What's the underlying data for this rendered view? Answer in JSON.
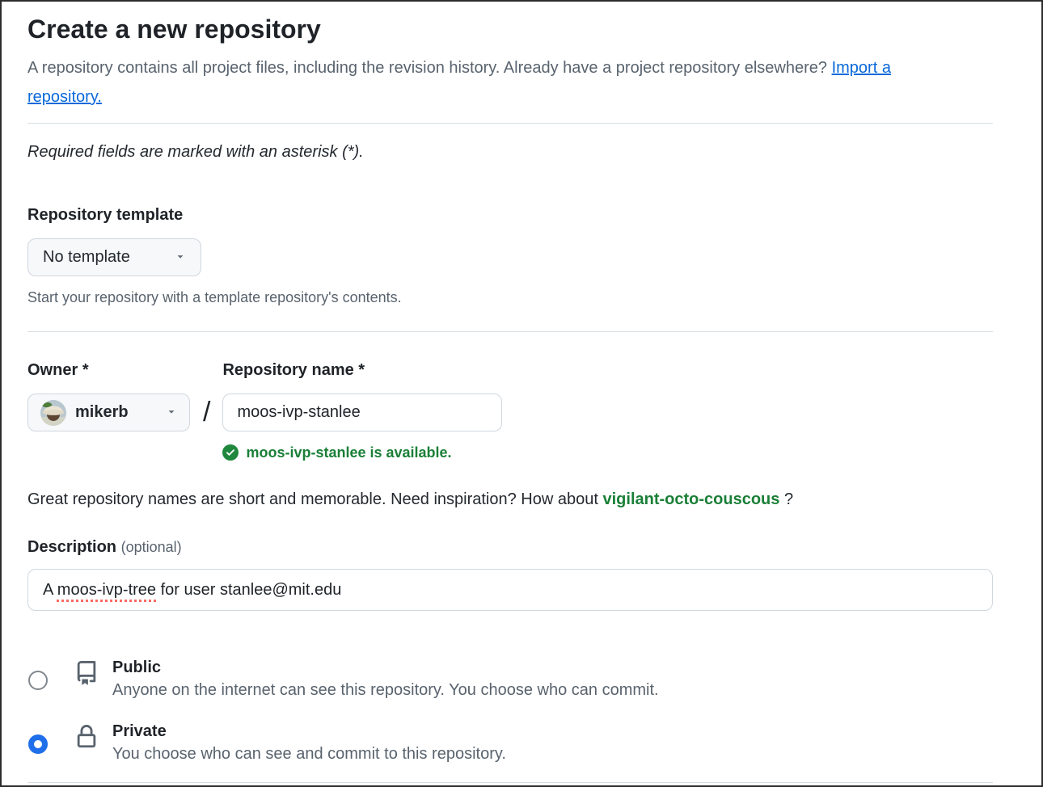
{
  "page": {
    "title": "Create a new repository",
    "intro_text": "A repository contains all project files, including the revision history. Already have a project repository elsewhere?",
    "intro_link_label": "Import a repository.",
    "required_note": "Required fields are marked with an asterisk (*)."
  },
  "template_section": {
    "label": "Repository template",
    "selected_option": "No template",
    "helper_text": "Start your repository with a template repository's contents."
  },
  "owner_section": {
    "owner_label": "Owner",
    "owner_required_mark": "*",
    "owner_value": "mikerb",
    "separator": "/",
    "repo_label": "Repository name",
    "repo_required_mark": "*",
    "repo_name_value": "moos-ivp-stanlee",
    "availability_message": "moos-ivp-stanlee is available."
  },
  "suggestion": {
    "text_before": "Great repository names are short and memorable. Need inspiration? How about",
    "suggested_name": "vigilant-octo-couscous",
    "text_after": "?"
  },
  "description_section": {
    "label": "Description",
    "optional_note": "(optional)",
    "value": "A moos-ivp-tree for user stanlee@mit.edu",
    "value_prefix": "A ",
    "value_misspelled": "moos-ivp-tree",
    "value_suffix": " for user stanlee@mit.edu"
  },
  "visibility_section": {
    "options": [
      {
        "label": "Public",
        "description": "Anyone on the internet can see this repository. You choose who can commit.",
        "selected": false
      },
      {
        "label": "Private",
        "description": "You choose who can see and commit to this repository.",
        "selected": true
      }
    ]
  },
  "icons": {
    "template_caret": "triangle-down",
    "owner_caret": "triangle-down",
    "availability": "check-circle-fill",
    "public": "repo-book",
    "private": "lock"
  },
  "colors": {
    "accent_blue": "#1f6feb",
    "link_blue": "#0969da",
    "success_green_text": "#1a7f37",
    "success_green_icon": "#1f883d",
    "muted_gray": "#59636e",
    "text_dark": "#1f2328",
    "border_gray": "#d0d7de",
    "button_bg": "#f6f8fa",
    "spellcheck_red": "#fa6b63"
  }
}
